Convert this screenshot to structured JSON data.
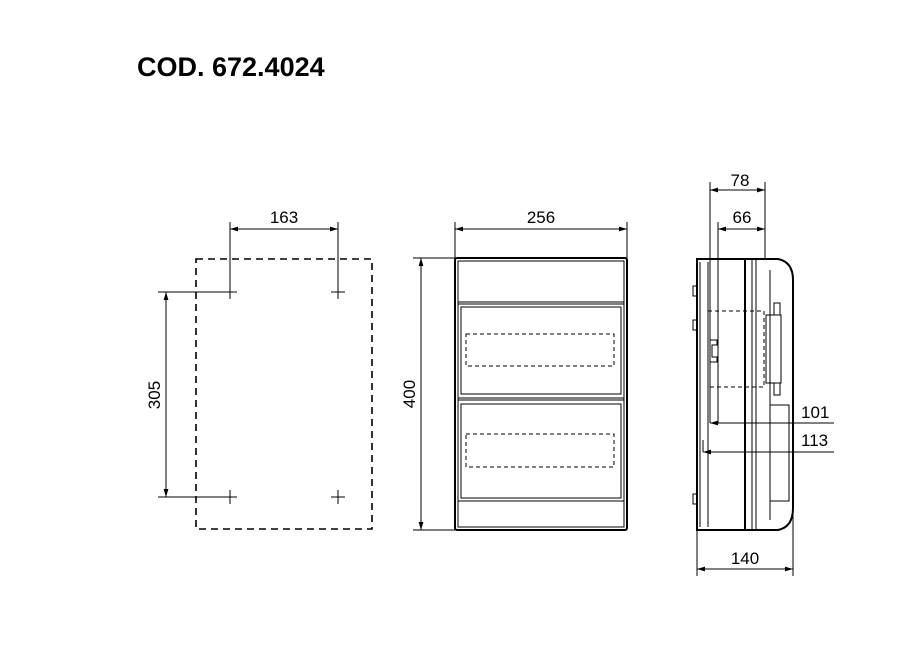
{
  "title": "COD. 672.4024",
  "dimensions": {
    "fixing_width": "163",
    "fixing_height": "305",
    "front_width": "256",
    "front_height": "400",
    "side_top_outer": "78",
    "side_top_inner": "66",
    "side_right_upper": "101",
    "side_right_lower": "113",
    "side_depth": "140"
  }
}
